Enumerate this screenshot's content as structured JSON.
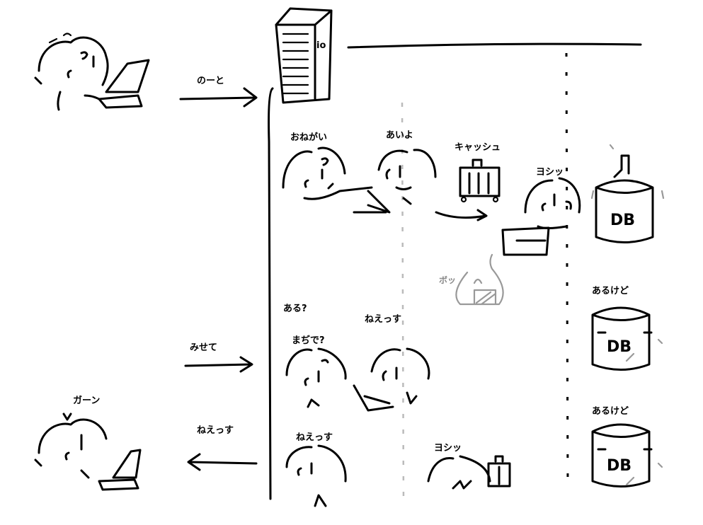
{
  "user_top": {
    "label": "のーと"
  },
  "server": {
    "label": "io"
  },
  "request_row": {
    "worker1": "おねがい",
    "worker2": "あいよ",
    "cache": "キャッシュ",
    "worker3": "ヨシッ",
    "burn": "ボッ",
    "db": "DB"
  },
  "show_request": {
    "label": "みせて"
  },
  "lookup_row": {
    "ask": "ある?",
    "really": "まぢで?",
    "none": "ねえっす",
    "db": "DB",
    "db_note": "あるけど"
  },
  "bottom_row": {
    "none": "ねえっす",
    "worker": "ヨシッ",
    "db": "DB",
    "db_note": "あるけど"
  },
  "reply": {
    "label": "ねえっす"
  },
  "user_bottom": {
    "label": "ガーン"
  },
  "colors": {
    "ink": "#000000",
    "faded": "#999999"
  }
}
